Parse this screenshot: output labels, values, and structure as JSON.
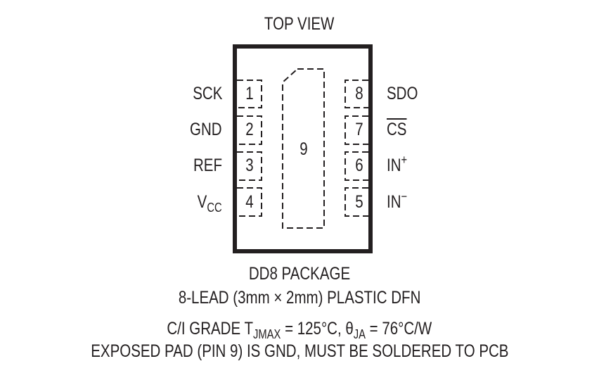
{
  "title": "TOP VIEW",
  "package": {
    "name": "DD8 PACKAGE",
    "description": "8-LEAD (3mm × 2mm) PLASTIC DFN",
    "thermal_prefix": "C/I GRADE T",
    "thermal_tj_sub": "JMAX",
    "thermal_tj_value": " = 125°C, θ",
    "thermal_theta_sub": "JA",
    "thermal_theta_value": " = 76°C/W",
    "note": "EXPOSED PAD (PIN 9) IS GND, MUST BE SOLDERED TO PCB"
  },
  "pins_left": [
    {
      "number": "1",
      "label": "SCK"
    },
    {
      "number": "2",
      "label": "GND"
    },
    {
      "number": "3",
      "label": "REF"
    },
    {
      "number": "4",
      "label_main": "V",
      "label_sub": "CC"
    }
  ],
  "pins_right": [
    {
      "number": "8",
      "label": "SDO"
    },
    {
      "number": "7",
      "label": "CS",
      "overline": true
    },
    {
      "number": "6",
      "label_main": "IN",
      "label_sup": "+"
    },
    {
      "number": "5",
      "label_main": "IN",
      "label_sup": "−"
    }
  ],
  "exposed_pad": {
    "number": "9"
  },
  "colors": {
    "ink": "#231f20",
    "background": "#ffffff"
  }
}
